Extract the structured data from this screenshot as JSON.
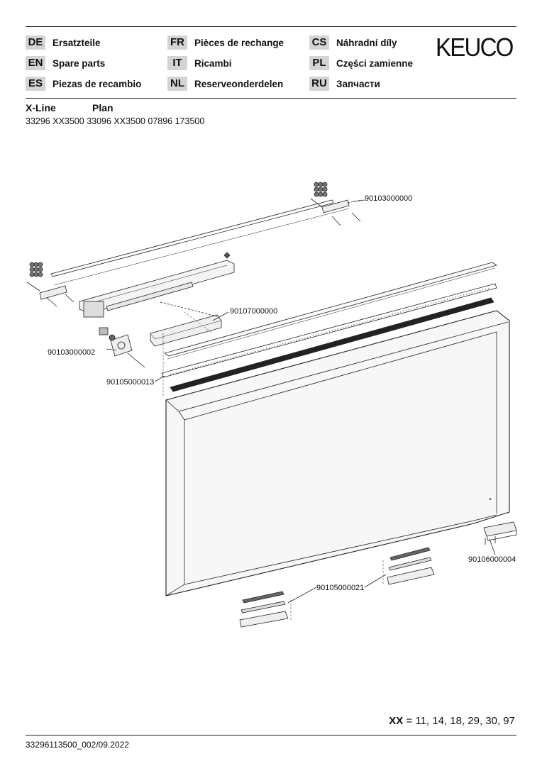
{
  "header": {
    "brand": "KEUCO",
    "languages": [
      {
        "code": "DE",
        "label": "Ersatzteile"
      },
      {
        "code": "EN",
        "label": "Spare parts"
      },
      {
        "code": "ES",
        "label": "Piezas de recambio"
      },
      {
        "code": "FR",
        "label": "Pièces de rechange"
      },
      {
        "code": "IT",
        "label": "Ricambi"
      },
      {
        "code": "NL",
        "label": "Reserveonderdelen"
      },
      {
        "code": "CS",
        "label": "Náhradní díly"
      },
      {
        "code": "PL",
        "label": "Części zamienne"
      },
      {
        "code": "RU",
        "label": "Запчасти"
      }
    ]
  },
  "models": {
    "line1": "X-Line",
    "line2": "Plan",
    "codes": "33296 XX3500  33096 XX3500  07896 173500"
  },
  "parts": {
    "p1": "90103000000",
    "p2": "90107000000",
    "p3": "90103000002",
    "p4": "90105000013",
    "p5": "90106000004",
    "p6": "90105000021"
  },
  "footer": {
    "xx_label": "XX",
    "xx_values": "= 11, 14, 18, 29, 30, 97",
    "doc_id": "33296113500_002/09.2022"
  }
}
